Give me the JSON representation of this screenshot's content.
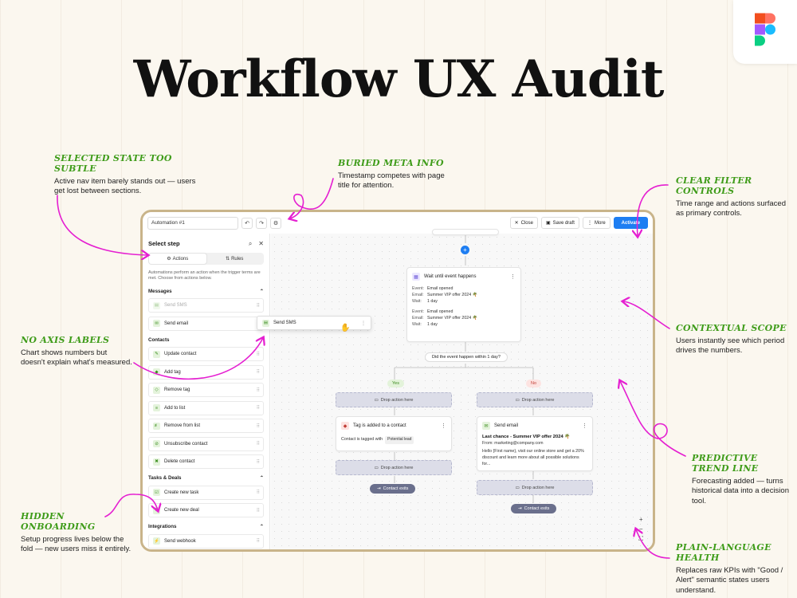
{
  "title": "Workflow UX Audit",
  "colors": {
    "accent_green": "#3f9c1a",
    "arrow_magenta": "#e51fd1",
    "primary_blue": "#1e7ef2",
    "frame": "#c9b48a"
  },
  "annotations": {
    "selected_state": {
      "title": "Selected state too subtle",
      "desc": "Active nav item barely stands out — users get lost between sections."
    },
    "buried_meta": {
      "title": "Buried meta info",
      "desc": "Timestamp competes with page title for attention."
    },
    "clear_filter": {
      "title": "Clear filter controls",
      "desc": "Time range and actions surfaced as primary controls."
    },
    "no_axis": {
      "title": "No axis labels",
      "desc": "Chart shows numbers but doesn't explain what's measured."
    },
    "contextual": {
      "title": "Contextual scope",
      "desc": "Users instantly see which period drives the numbers."
    },
    "predictive": {
      "title": "Predictive trend line",
      "desc": "Forecasting added — turns historical data into a decision tool."
    },
    "hidden_onboarding": {
      "title": "Hidden onboarding",
      "desc": "Setup progress lives below the fold — new users miss it entirely."
    },
    "plain_language": {
      "title": "Plain-language health",
      "desc": "Replaces raw KPIs with \"Good / Alert\" semantic states users understand."
    }
  },
  "toolbar": {
    "name_value": "Automation #1",
    "close_label": "Close",
    "save_label": "Save draft",
    "more_label": "More",
    "activate_label": "Activate"
  },
  "sidebar": {
    "title": "Select step",
    "tab_actions": "Actions",
    "tab_rules": "Rules",
    "desc": "Automations perform an action when the trigger terms are met. Choose from actions below.",
    "messages_label": "Messages",
    "messages": [
      "Send SMS",
      "Send email"
    ],
    "contacts_label": "Contacts",
    "contacts": [
      "Update contact",
      "Add tag",
      "Remove tag",
      "Add to list",
      "Remove from list",
      "Unsubscribe contact",
      "Delete contact"
    ],
    "tasks_label": "Tasks & Deals",
    "tasks": [
      "Create new task",
      "Create new deal"
    ],
    "integrations_label": "Integrations",
    "integrations": [
      "Send webhook"
    ]
  },
  "canvas": {
    "drag_item": "Send SMS",
    "wait_title": "Wait until event happens",
    "event_key": "Event:",
    "email_key": "Email:",
    "wait_key": "Wait:",
    "event_value": "Email opened",
    "email_value": "Summer VIP offer 2024 🌴",
    "wait_value": "1 day",
    "question": "Did the event happen within 1 day?",
    "yes": "Yes",
    "no": "No",
    "drop_label": "Drop action here",
    "tag_title": "Tag is added to a contact",
    "tag_text": "Contact is tagged with",
    "tag_badge": "Potential lead",
    "exit_label": "Contact exits",
    "email_node_title": "Send email",
    "email_subject": "Last chance - Summer VIP offer 2024 🌴",
    "email_from": "From: marketing@company.com",
    "email_body": "Hello {First name}, visit our online store and get a 20% discount and learn more about all possible solutions for..."
  }
}
